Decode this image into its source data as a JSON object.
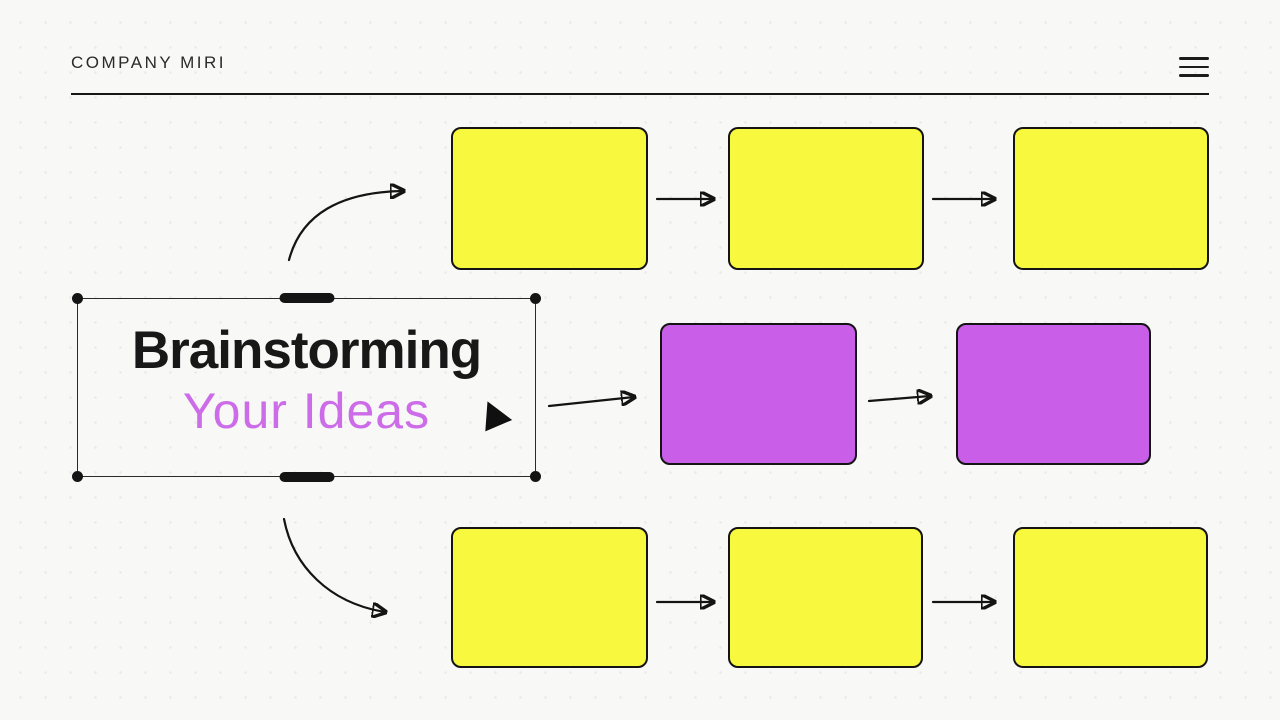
{
  "header": {
    "brand": "COMPANY MIRI"
  },
  "title": {
    "line1": "Brainstorming",
    "line2": "Your Ideas"
  },
  "colors": {
    "background": "#f8f8f7",
    "ink": "#141414",
    "sticky_yellow": "#f8f83e",
    "sticky_purple": "#c95fe8",
    "title_accent": "#cc6ce8"
  },
  "board": {
    "rows": [
      {
        "position": "top",
        "color_name": "yellow",
        "note_count": 3
      },
      {
        "position": "middle",
        "color_name": "purple",
        "note_count": 2
      },
      {
        "position": "bottom",
        "color_name": "yellow",
        "note_count": 3
      }
    ]
  },
  "icons": {
    "menu": "hamburger-menu-icon",
    "cursor": "cursor-pointer-icon"
  }
}
